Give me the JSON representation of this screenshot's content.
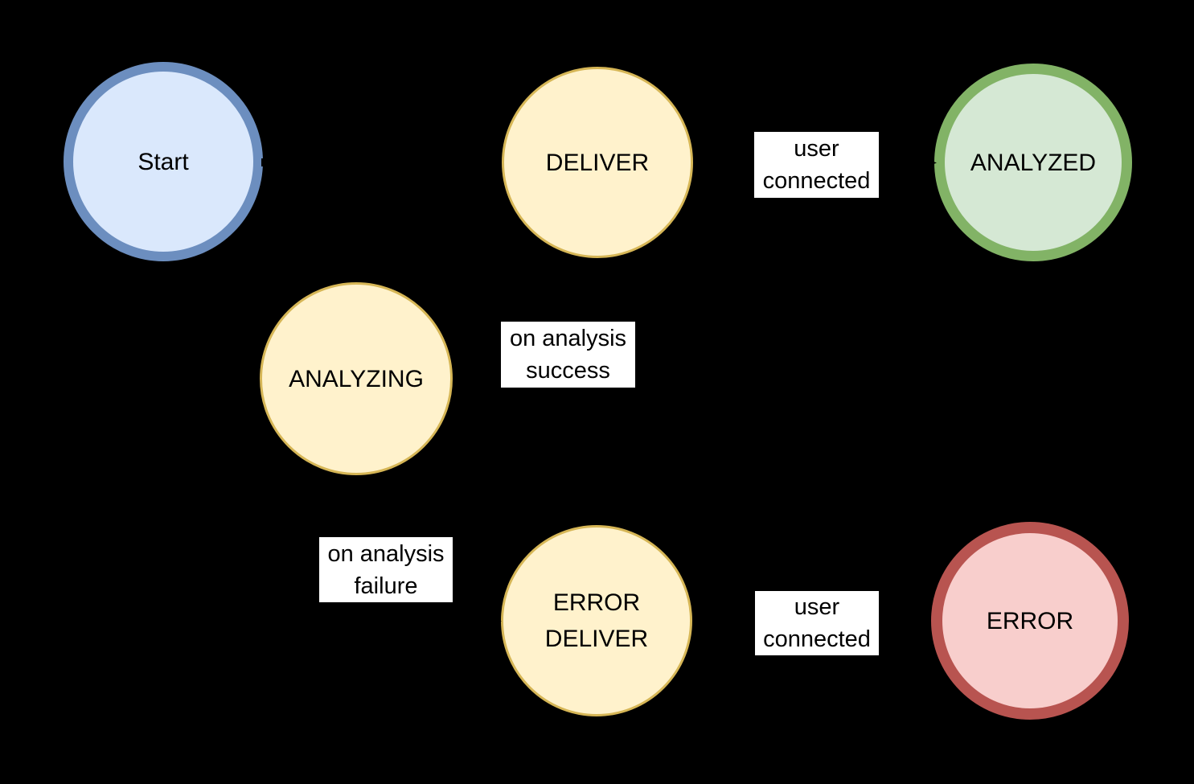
{
  "diagram": {
    "background_color": "#000000",
    "arrow_color": "#000000",
    "nodes": [
      {
        "id": "start",
        "label": "Start",
        "fill": "#dae8fc",
        "stroke": "#6c8ebf"
      },
      {
        "id": "deliver",
        "label": "DELIVER",
        "fill": "#fff2cc",
        "stroke": "#d6b656"
      },
      {
        "id": "analyzed",
        "label": "ANALYZED",
        "fill": "#d5e8d4",
        "stroke": "#82b366"
      },
      {
        "id": "analyzing",
        "label": "ANALYZING",
        "fill": "#fff2cc",
        "stroke": "#d6b656"
      },
      {
        "id": "error-deliver",
        "label_line1": "ERROR",
        "label_line2": "DELIVER",
        "fill": "#fff2cc",
        "stroke": "#d6b656"
      },
      {
        "id": "error",
        "label": "ERROR",
        "fill": "#f8cecc",
        "stroke": "#b85450"
      }
    ],
    "edge_labels": [
      {
        "id": "user-connected-top",
        "line1": "user",
        "line2": "connected",
        "background": "#ffffff",
        "text_color": "#000000"
      },
      {
        "id": "on-analysis-success",
        "line1": "on analysis",
        "line2": "success",
        "background": "#ffffff",
        "text_color": "#000000"
      },
      {
        "id": "on-analysis-failure",
        "line1": "on analysis",
        "line2": "failure",
        "background": "#ffffff",
        "text_color": "#000000"
      },
      {
        "id": "user-connected-bottom",
        "line1": "user",
        "line2": "connected",
        "background": "#ffffff",
        "text_color": "#000000"
      }
    ]
  }
}
